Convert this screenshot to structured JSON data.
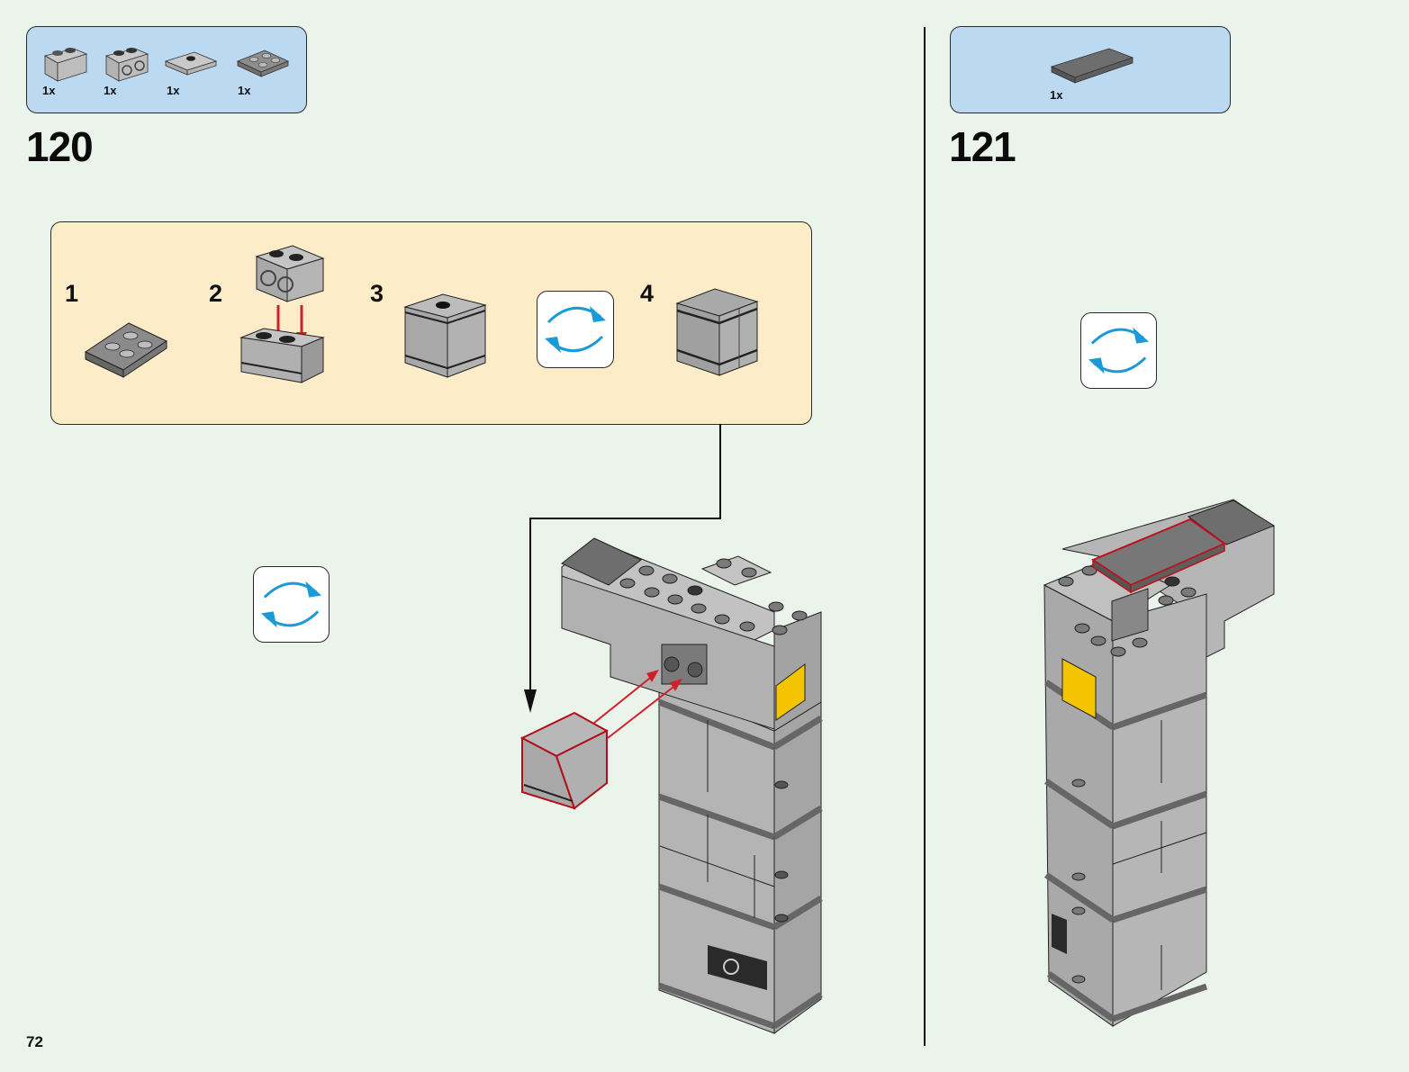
{
  "page": {
    "number": "72",
    "background_color": "#eaf4ea"
  },
  "steps": [
    {
      "number": "120",
      "parts_panel": {
        "color": "#bcd9f2",
        "parts": [
          {
            "name": "brick-1x2",
            "qty": "1x"
          },
          {
            "name": "brick-1x2-with-holes",
            "qty": "1x"
          },
          {
            "name": "plate-2x2-with-center-stud",
            "qty": "1x"
          },
          {
            "name": "plate-2x2-inverted",
            "qty": "1x"
          }
        ]
      },
      "subassembly": {
        "color": "#fdecc8",
        "substeps": [
          {
            "number": "1"
          },
          {
            "number": "2"
          },
          {
            "number": "3"
          },
          {
            "number": "4"
          }
        ],
        "rotate_icon": "rotate-icon"
      },
      "rotate_icon": "rotate-icon"
    },
    {
      "number": "121",
      "parts_panel": {
        "color": "#bcd9f2",
        "parts": [
          {
            "name": "tile-2x4-dark-gray",
            "qty": "1x"
          }
        ]
      },
      "rotate_icon": "rotate-icon"
    }
  ],
  "colors": {
    "arrow_blue": "#1a9ad6",
    "insert_red": "#d0202a",
    "brick_gray": "#a7a7a7",
    "dark_gray": "#6b6b6b",
    "accent_yellow": "#f5c400"
  }
}
